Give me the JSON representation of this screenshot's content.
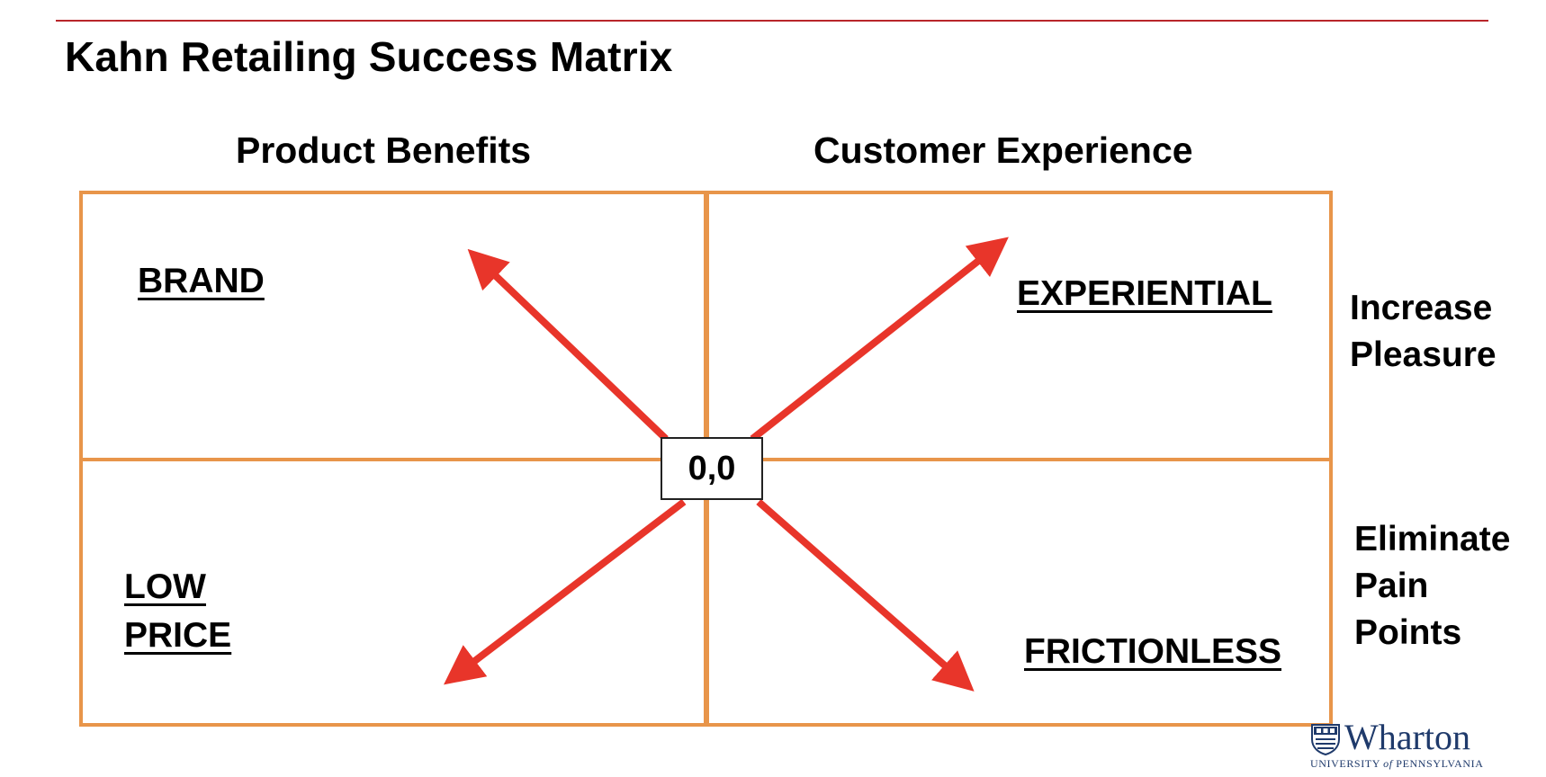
{
  "slide": {
    "title": "Kahn Retailing Success Matrix"
  },
  "columns": {
    "left": "Product Benefits",
    "right": "Customer Experience"
  },
  "quadrants": {
    "top_left": "BRAND",
    "top_right": "EXPERIENTIAL",
    "bottom_left_line1": "LOW",
    "bottom_left_line2": "PRICE",
    "bottom_right": "FRICTIONLESS"
  },
  "rows": {
    "top_line1": "Increase",
    "top_line2": "Pleasure",
    "bottom_line1": "Eliminate",
    "bottom_line2": "Pain",
    "bottom_line3": "Points"
  },
  "origin": "0,0",
  "logo": {
    "name": "Wharton",
    "subtitle_prefix": "UNIVERSITY ",
    "subtitle_of": "of",
    "subtitle_suffix": " PENNSYLVANIA"
  },
  "colors": {
    "grid": "#e8954a",
    "arrow": "#e8352a",
    "rule": "#b8262a",
    "logo": "#1f3a6b"
  }
}
